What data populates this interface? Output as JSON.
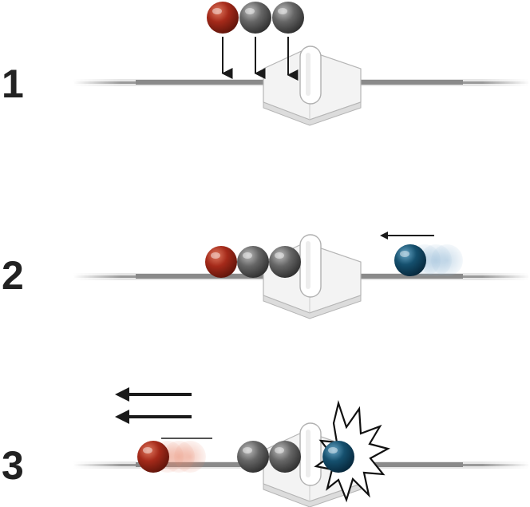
{
  "steps": [
    {
      "number": "1",
      "balls": [
        "red",
        "grey",
        "grey"
      ],
      "action": "drop"
    },
    {
      "number": "2",
      "balls": [
        "red",
        "grey",
        "grey",
        "blue"
      ],
      "action": "approach"
    },
    {
      "number": "3",
      "balls": [
        "red",
        "grey",
        "grey",
        "blue"
      ],
      "action": "collision"
    }
  ],
  "colors": {
    "red_ball": "#a52a1a",
    "grey_ball": "#666666",
    "blue_ball": "#15506e",
    "rail": "#8a8a8a",
    "number_text": "#222222",
    "arrow": "#1a1a1a"
  },
  "icons": {
    "drop_arrow": "arrow-down-icon",
    "motion_arrow": "arrow-left-icon",
    "impact_burst": "starburst-icon"
  }
}
